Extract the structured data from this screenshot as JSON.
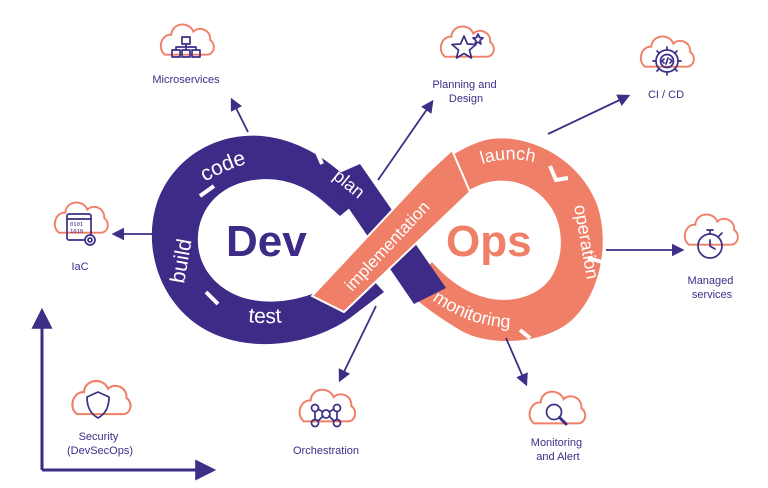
{
  "colors": {
    "dev": "#3d2b87",
    "ops": "#ef7f67",
    "arrow": "#3b2f86",
    "cloud": "#ef7f67",
    "icon": "#3b2f86",
    "corner_axis": "#3d2b87"
  },
  "center": {
    "dev_word": "Dev",
    "ops_word": "Ops",
    "dev_loop": [
      "code",
      "plan",
      "build",
      "test"
    ],
    "ops_loop": [
      "launch",
      "operation",
      "monitoring"
    ],
    "bridge": "implementation"
  },
  "nodes": {
    "microservices": {
      "lines": [
        "Microservices"
      ],
      "icon": "cubes-network-icon"
    },
    "planning": {
      "lines": [
        "Planning and",
        "Design"
      ],
      "icon": "stars-icon"
    },
    "cicd": {
      "lines": [
        "CI / CD"
      ],
      "icon": "code-gear-icon"
    },
    "iac": {
      "lines": [
        "IaC"
      ],
      "icon": "binary-document-gear-icon"
    },
    "managed": {
      "lines": [
        "Managed",
        "services"
      ],
      "icon": "stopwatch-icon"
    },
    "orchestration": {
      "lines": [
        "Orchestration"
      ],
      "icon": "people-network-icon"
    },
    "monitoring": {
      "lines": [
        "Monitoring",
        "and Alert"
      ],
      "icon": "magnifier-icon"
    },
    "security": {
      "lines": [
        "Security",
        "(DevSecOps)"
      ],
      "icon": "shield-icon"
    }
  }
}
